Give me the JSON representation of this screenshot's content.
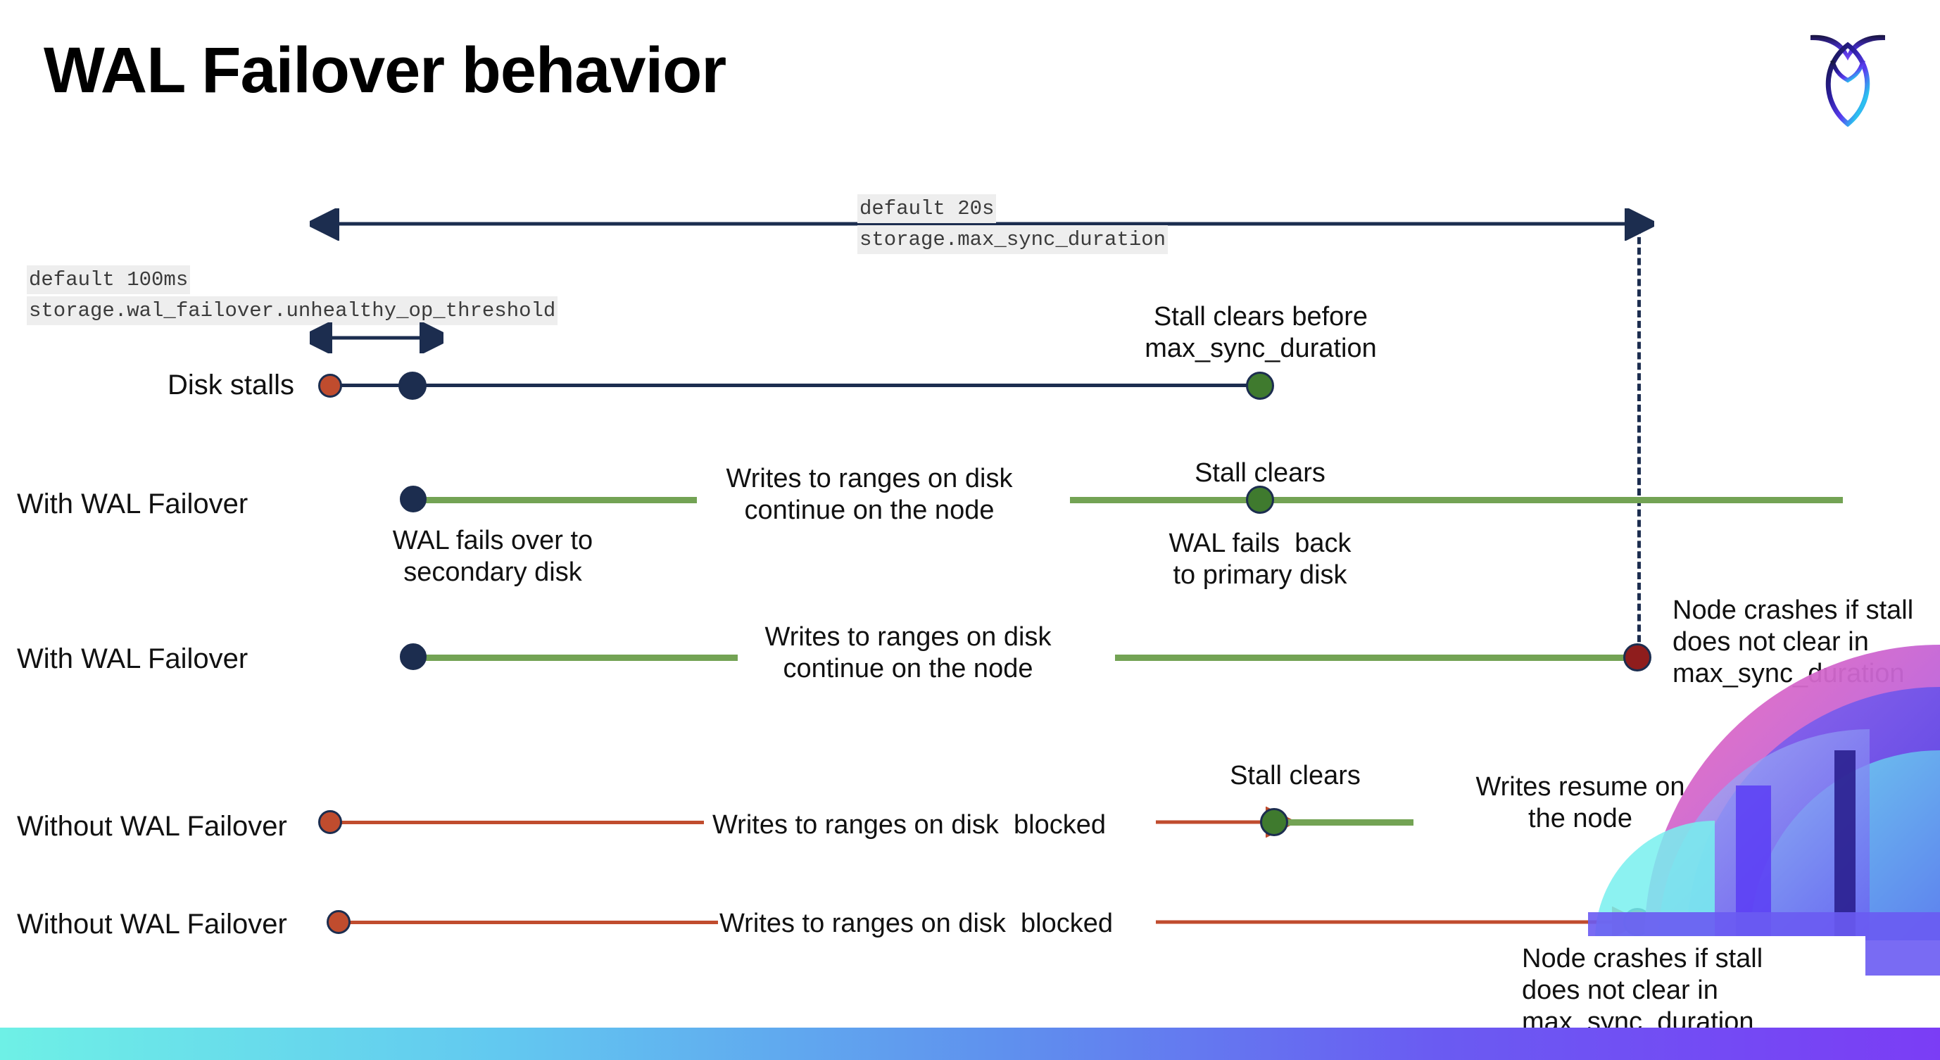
{
  "slide": {
    "title": "WAL Failover behavior",
    "logo_name": "cockroachdb-logo"
  },
  "settings": {
    "max_sync": {
      "default": "default 20s",
      "name": "storage.max_sync_duration"
    },
    "unhealthy": {
      "default": "default 100ms",
      "name": "storage.wal_failover.unhealthy_op_threshold"
    }
  },
  "rows": [
    {
      "label": "Disk stalls",
      "notes": [
        "Stall clears before\nmax_sync_duration"
      ]
    },
    {
      "label": "With WAL Failover",
      "notes": [
        "Writes to ranges on disk\ncontinue on the node",
        "Stall clears",
        "WAL fails  back\nto primary disk",
        "WAL fails over to\nsecondary disk"
      ]
    },
    {
      "label": "With WAL Failover",
      "notes": [
        "Writes to ranges on disk\ncontinue on the node",
        "Node crashes if stall\ndoes not clear in\nmax_sync_duration"
      ]
    },
    {
      "label": "Without WAL Failover",
      "notes": [
        "Writes to ranges on disk  blocked",
        "Stall clears",
        "Writes resume on\nthe node"
      ]
    },
    {
      "label": "Without WAL Failover",
      "notes": [
        "Writes to ranges on disk  blocked",
        "Node crashes if stall\ndoes not clear in\nmax_sync_duration"
      ]
    }
  ],
  "colors": {
    "navy": "#1c2d4f",
    "orange": "#c04c2e",
    "green_line": "#73a354",
    "green_dot": "#3f7a2e",
    "dark_red": "#8f1d1d",
    "code_bg": "#eeeeee"
  }
}
